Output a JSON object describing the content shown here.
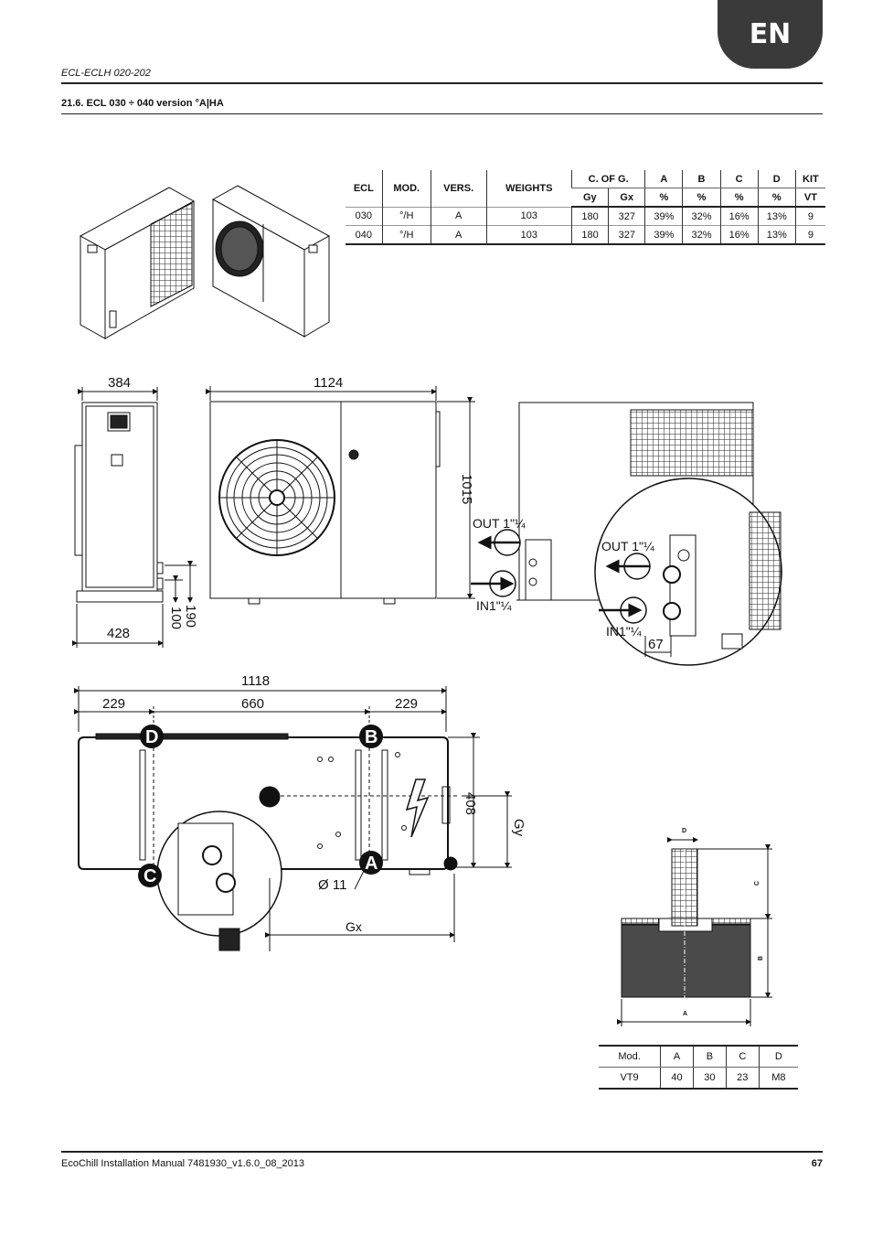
{
  "header": {
    "lang_tab": "EN",
    "doc_id": "ECL-ECLH 020-202",
    "section_title": "21.6.   ECL 030 ÷ 040 version °A|HA"
  },
  "weights_table": {
    "headers_top": [
      "ECL",
      "MOD.",
      "VERS.",
      "WEIGHTS",
      "C. OF G.",
      "A",
      "B",
      "C",
      "D",
      "KIT"
    ],
    "headers_sub": [
      "Gy",
      "Gx",
      "%",
      "%",
      "%",
      "%",
      "VT"
    ],
    "rows": [
      [
        "030",
        "°/H",
        "A",
        "103",
        "180",
        "327",
        "39%",
        "32%",
        "16%",
        "13%",
        "9"
      ],
      [
        "040",
        "°/H",
        "A",
        "103",
        "180",
        "327",
        "39%",
        "32%",
        "16%",
        "13%",
        "9"
      ]
    ]
  },
  "drawing": {
    "side_width": "384",
    "front_width": "1124",
    "height": "1015",
    "base_width": "428",
    "dim_190": "190",
    "dim_100": "100",
    "out_label": "OUT 1\"¼",
    "in_label": "IN1\"¼",
    "dim_67": "67",
    "top_total": "1118",
    "top_left": "229",
    "top_mid": "660",
    "top_right": "229",
    "depth": "408",
    "gy": "Gy",
    "gx": "Gx",
    "hole": "Ø 11",
    "support_labels": [
      "D",
      "B",
      "C",
      "A"
    ],
    "foot_labels": {
      "a": "A",
      "b": "B",
      "c": "C",
      "d": "D"
    }
  },
  "foot_table": {
    "headers": [
      "Mod.",
      "A",
      "B",
      "C",
      "D"
    ],
    "row": [
      "VT9",
      "40",
      "30",
      "23",
      "M8"
    ]
  },
  "footer": {
    "manual": "EcoChill Installation Manual 7481930_v1.6.0_08_2013",
    "page": "67"
  }
}
